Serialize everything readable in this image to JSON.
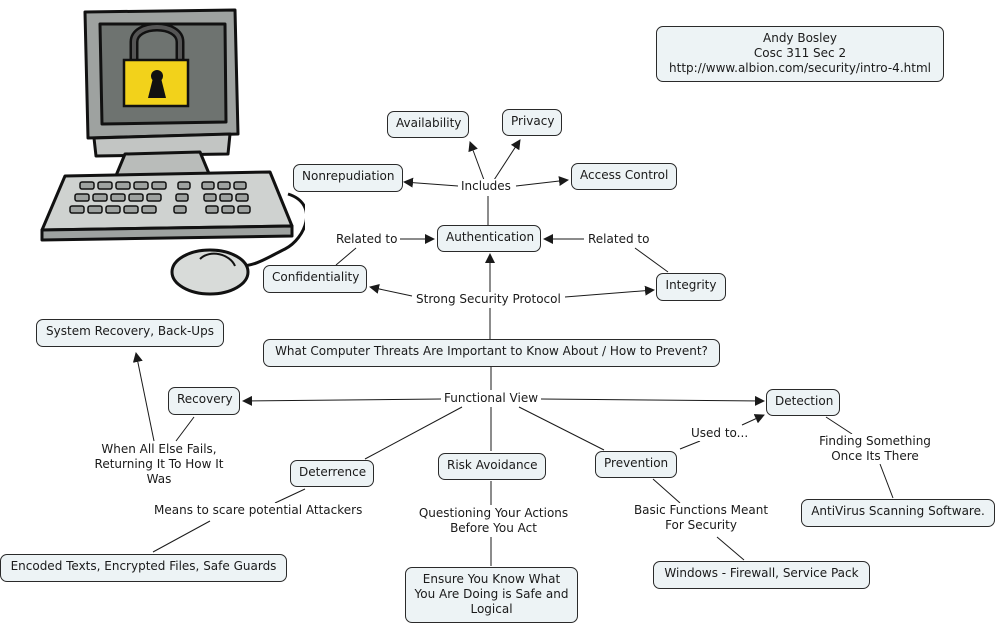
{
  "title_box": {
    "author": "Andy Bosley",
    "course": "Cosc 311 Sec 2",
    "url": "http://www.albion.com/security/intro-4.html"
  },
  "clipart": {
    "icon": "computer-with-padlock-icon",
    "lock_color": "#f2d21b"
  },
  "colors": {
    "node_fill": "#edf3f5",
    "node_border": "#2a2a2a",
    "line": "#1a1a1a"
  },
  "nodes": {
    "availability": "Availability",
    "privacy": "Privacy",
    "nonrepudiation": "Nonrepudiation",
    "access_control": "Access Control",
    "authentication": "Authentication",
    "confidentiality": "Confidentiality",
    "integrity": "Integrity",
    "root": "What Computer Threats Are Important to Know About / How to Prevent?",
    "system_recovery": "System Recovery, Back-Ups",
    "recovery": "Recovery",
    "detection": "Detection",
    "deterrence": "Deterrence",
    "risk_avoidance": "Risk Avoidance",
    "prevention": "Prevention",
    "antivirus": "AntiVirus Scanning Software.",
    "encoded": "Encoded Texts, Encrypted Files, Safe Guards",
    "windows": "Windows - Firewall, Service Pack",
    "ensure": "Ensure You Know What You Are Doing is Safe and Logical"
  },
  "links": {
    "includes": "Includes",
    "related_left": "Related to",
    "related_right": "Related to",
    "strong_protocol": "Strong Security Protocol",
    "functional_view": "Functional View",
    "when_all_else": "When All Else Fails, Returning It To How It Was",
    "used_to": "Used to...",
    "finding": "Finding Something Once Its There",
    "means_scare": "Means to scare potential Attackers",
    "questioning": "Questioning Your Actions Before You Act",
    "basic_functions": "Basic Functions Meant For Security"
  }
}
